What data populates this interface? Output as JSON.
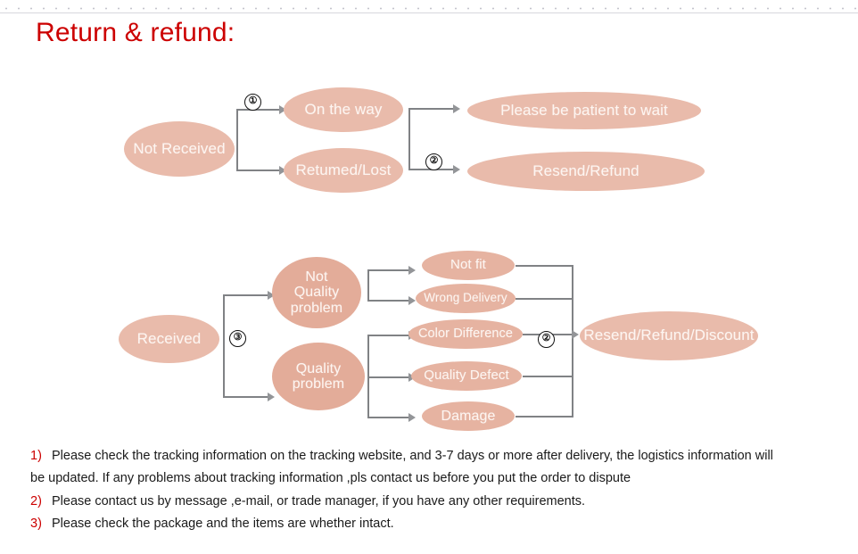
{
  "page": {
    "title": "Return & refund:",
    "title_color": "#cc0000",
    "background": "#ffffff",
    "node_fill": "#e8b5a3",
    "connector_color": "#808285"
  },
  "flow_not_received": {
    "start": "Not Received",
    "marker_1": "①",
    "marker_2": "②",
    "branches": [
      {
        "label": "On the way",
        "outcome": "Please be patient to wait"
      },
      {
        "label": "Retumed/Lost",
        "outcome": "Resend/Refund"
      }
    ]
  },
  "flow_received": {
    "start": "Received",
    "marker_3": "③",
    "marker_2": "②",
    "category_not_quality": "Not\nQuality\nproblem",
    "category_not_quality_l1": "Not",
    "category_not_quality_l2": "Quality",
    "category_not_quality_l3": "problem",
    "category_quality_l1": "Quality",
    "category_quality_l2": "problem",
    "reasons_not_quality": [
      "Not fit",
      "Wrong Delivery"
    ],
    "reasons_quality": [
      "Color Difference",
      "Quality Defect",
      "Damage"
    ],
    "outcome": "Resend/Refund/Discount"
  },
  "notes": [
    {
      "num": "1)",
      "text": "Please check the tracking information on the tracking website, and 3-7 days or more after delivery, the logistics information will",
      "cont": "be updated. If any problems about tracking information ,pls contact us before you put the order to dispute"
    },
    {
      "num": "2)",
      "text": "Please contact us by message ,e-mail, or trade manager, if you have any other requirements.",
      "cont": ""
    },
    {
      "num": "3)",
      "text": "Please check the package and the items are whether intact.",
      "cont": ""
    }
  ]
}
